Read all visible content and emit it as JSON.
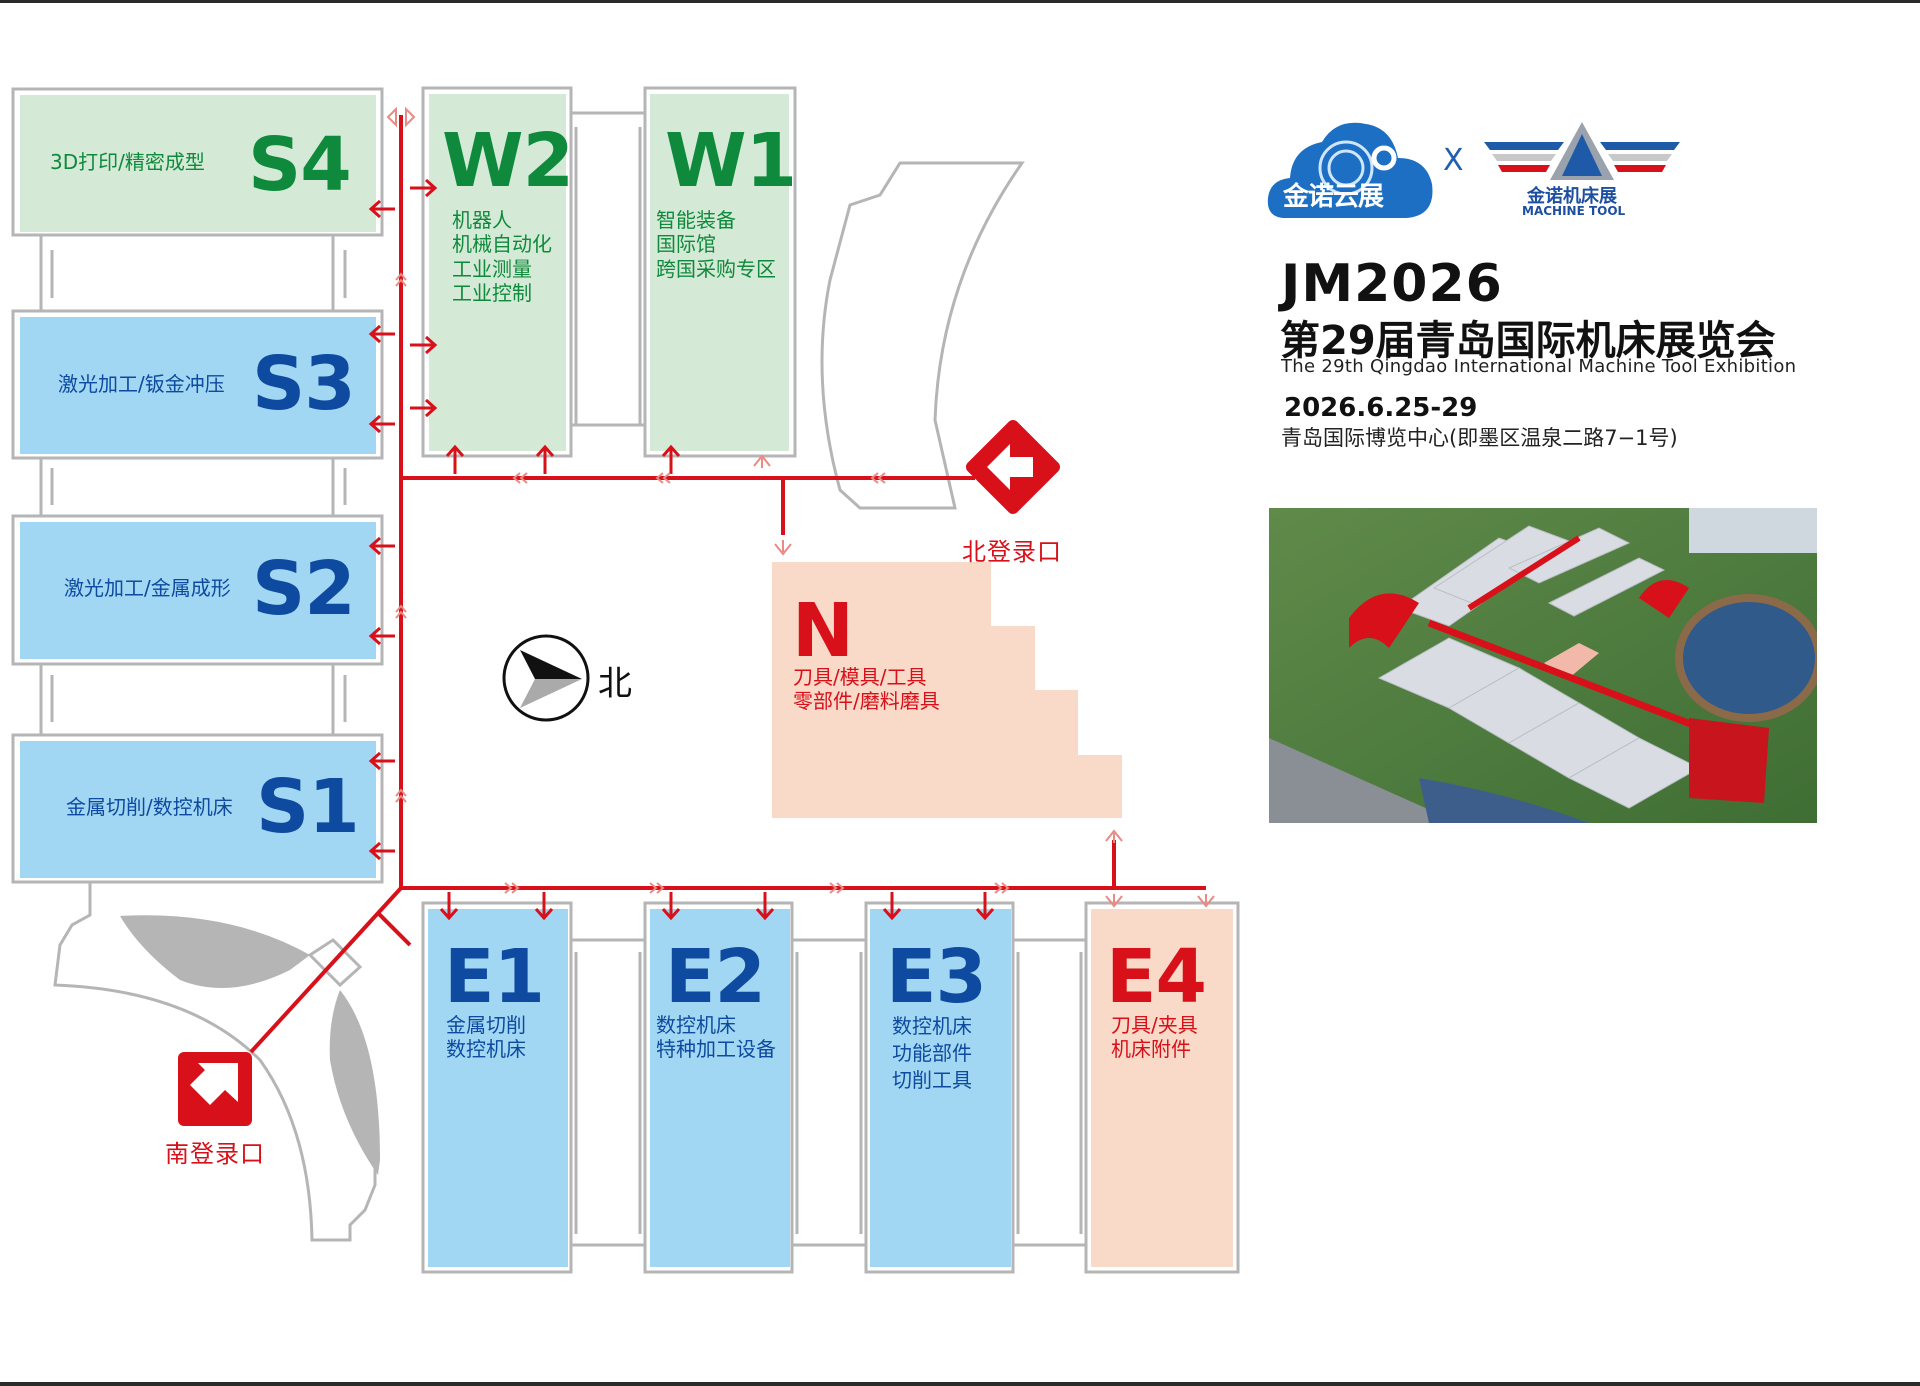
{
  "exhibition": {
    "code": "JM2026",
    "title_cn": "第29届青岛国际机床展览会",
    "title_en": "The 29th Qingdao International Machine Tool Exhibition",
    "dates": "2026.6.25-29",
    "venue": "青岛国际博览中心(即墨区温泉二路7−1号)"
  },
  "logos": {
    "left": {
      "name": "金诺云展",
      "icon": "cloud-gear-logo"
    },
    "separator": "X",
    "right": {
      "name_cn": "金诺机床展",
      "name_en": "MACHINE TOOL",
      "icon": "triangle-wings-logo"
    }
  },
  "compass": {
    "label": "北",
    "icon": "north-arrow-icon"
  },
  "entrances": {
    "north": {
      "label": "北登录口",
      "icon": "entrance-arrow-left-icon"
    },
    "south": {
      "label": "南登录口",
      "icon": "entrance-arrow-upright-icon"
    }
  },
  "halls": {
    "S4": {
      "id": "S4",
      "desc": "3D打印/精密成型",
      "color": "green"
    },
    "S3": {
      "id": "S3",
      "desc": "激光加工/钣金冲压",
      "color": "blue"
    },
    "S2": {
      "id": "S2",
      "desc": "激光加工/金属成形",
      "color": "blue"
    },
    "S1": {
      "id": "S1",
      "desc": "金属切削/数控机床",
      "color": "blue"
    },
    "W2": {
      "id": "W2",
      "lines": [
        "机器人",
        "机械自动化",
        "工业测量",
        "工业控制"
      ],
      "color": "green"
    },
    "W1": {
      "id": "W1",
      "lines": [
        "智能装备",
        "国际馆",
        "跨国采购专区"
      ],
      "color": "green"
    },
    "N": {
      "id": "N",
      "lines": [
        "刀具/模具/工具",
        "零部件/磨料磨具"
      ],
      "color": "red"
    },
    "E1": {
      "id": "E1",
      "lines": [
        "金属切削",
        "数控机床"
      ],
      "color": "blue"
    },
    "E2": {
      "id": "E2",
      "lines": [
        "数控机床",
        "特种加工设备"
      ],
      "color": "blue"
    },
    "E3": {
      "id": "E3",
      "lines": [
        "数控机床",
        "功能部件",
        "切削工具"
      ],
      "color": "blue"
    },
    "E4": {
      "id": "E4",
      "lines": [
        "刀具/夹具",
        "机床附件"
      ],
      "color": "red"
    }
  },
  "colors": {
    "green_fill": "#d4ead6",
    "blue_fill": "#a2d7f3",
    "peach_fill": "#f9d9c7",
    "route_red": "#d8101a",
    "wall_gray": "#b5b5b5",
    "green_text": "#0f8a3c",
    "blue_text": "#0d4aa0"
  },
  "photo": {
    "alt": "exhibition center aerial view"
  }
}
